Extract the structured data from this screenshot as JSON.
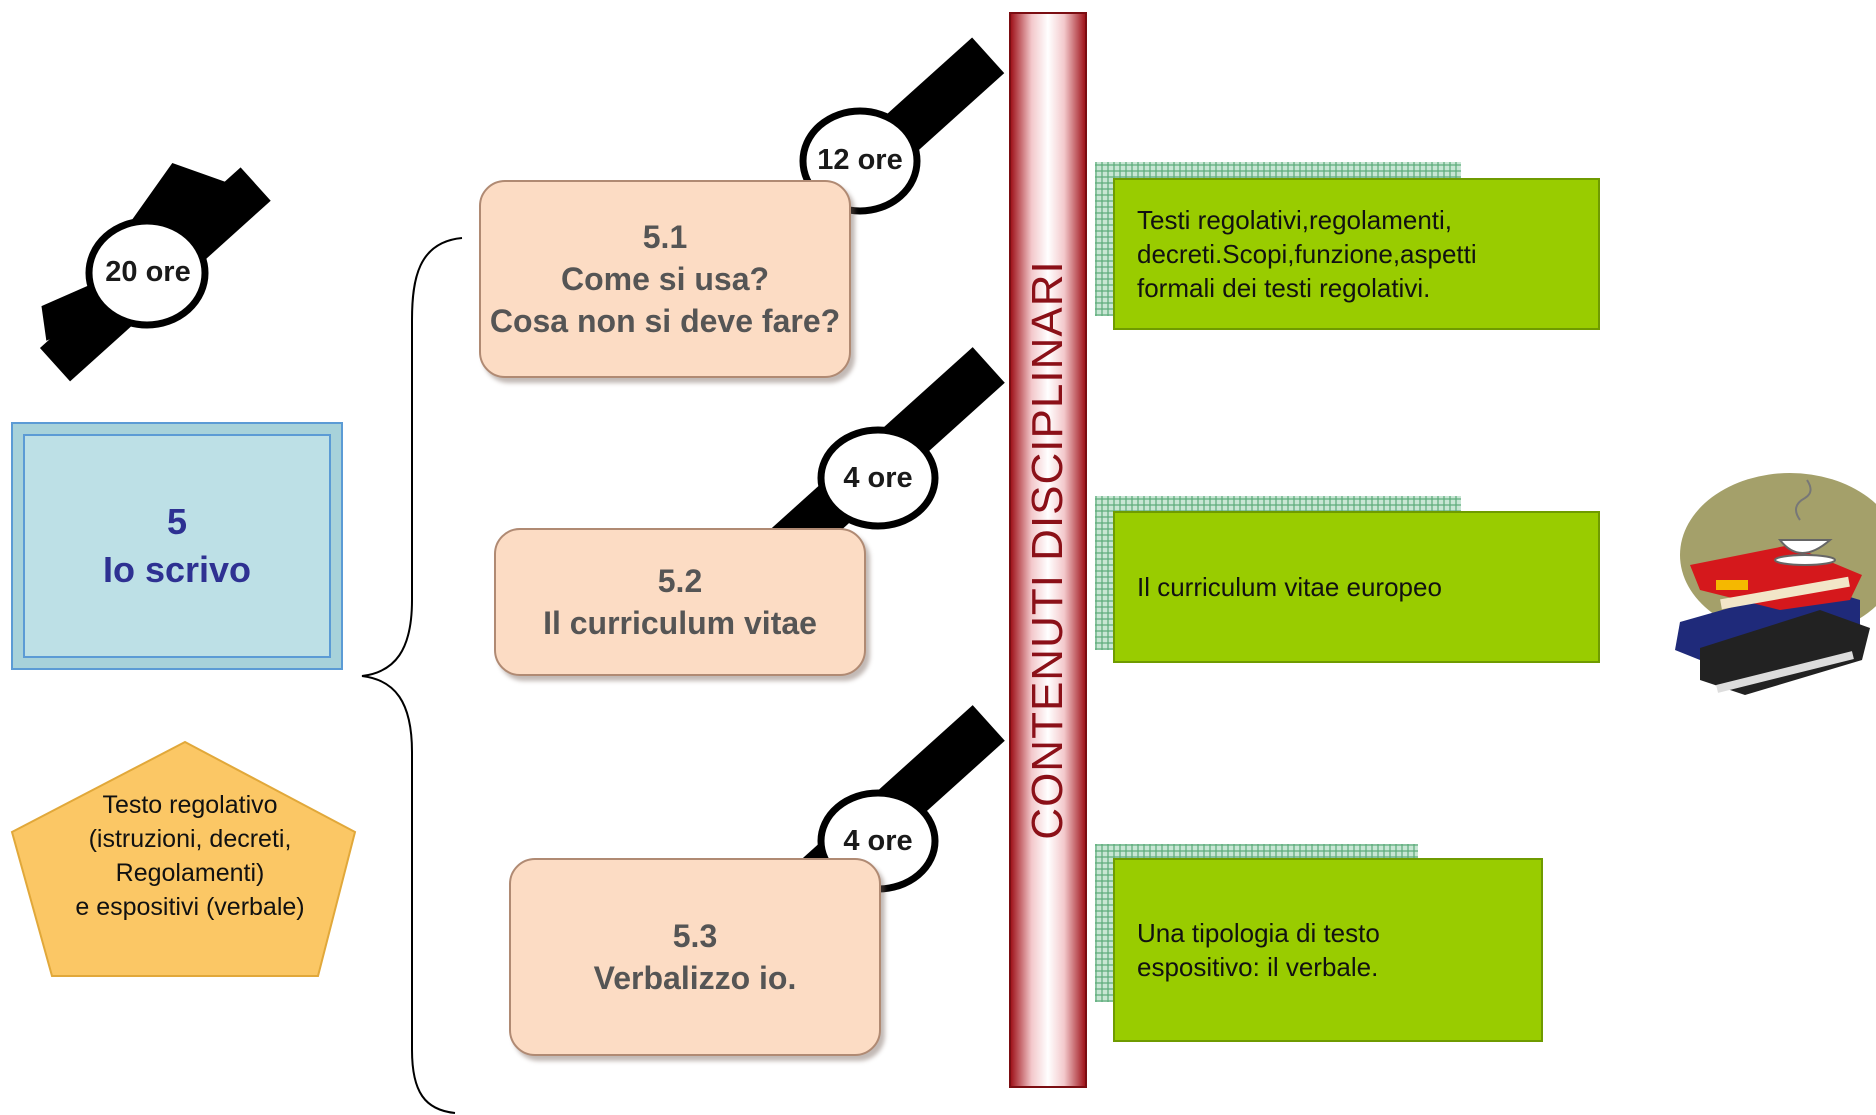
{
  "main_unit": {
    "number": "5",
    "title": "Io scrivo",
    "hours": "20 ore"
  },
  "text_type": {
    "lines": [
      "Testo regolativo",
      "(istruzioni, decreti,",
      "Regolamenti)",
      "e espositivi (verbale)"
    ]
  },
  "sub_units": [
    {
      "number": "5.1",
      "title_lines": [
        "Come si usa?",
        "Cosa non si deve fare?"
      ],
      "hours": "12 ore"
    },
    {
      "number": "5.2",
      "title_lines": [
        "Il curriculum vitae"
      ],
      "hours": "4 ore"
    },
    {
      "number": "5.3",
      "title_lines": [
        "Verbalizzo io."
      ],
      "hours": "4 ore"
    }
  ],
  "vertical_banner": "CONTENUTI DISCIPLINARI",
  "contents": [
    {
      "lines": [
        "Testi regolativi,regolamenti,",
        "decreti.Scopi,funzione,aspetti",
        "formali dei testi regolativi."
      ]
    },
    {
      "lines": [
        "Il curriculum vitae europeo"
      ]
    },
    {
      "lines": [
        "Una tipologia di testo",
        "espositivo: il verbale."
      ]
    }
  ],
  "colors": {
    "main_box": "#bde0e6",
    "main_text": "#2e3192",
    "pentagon": "#fbc765",
    "sub_box": "#fcdcc4",
    "banner": "#a0151c",
    "content_box": "#99cc00"
  },
  "icons": [
    "clock-icon",
    "books-icon"
  ]
}
